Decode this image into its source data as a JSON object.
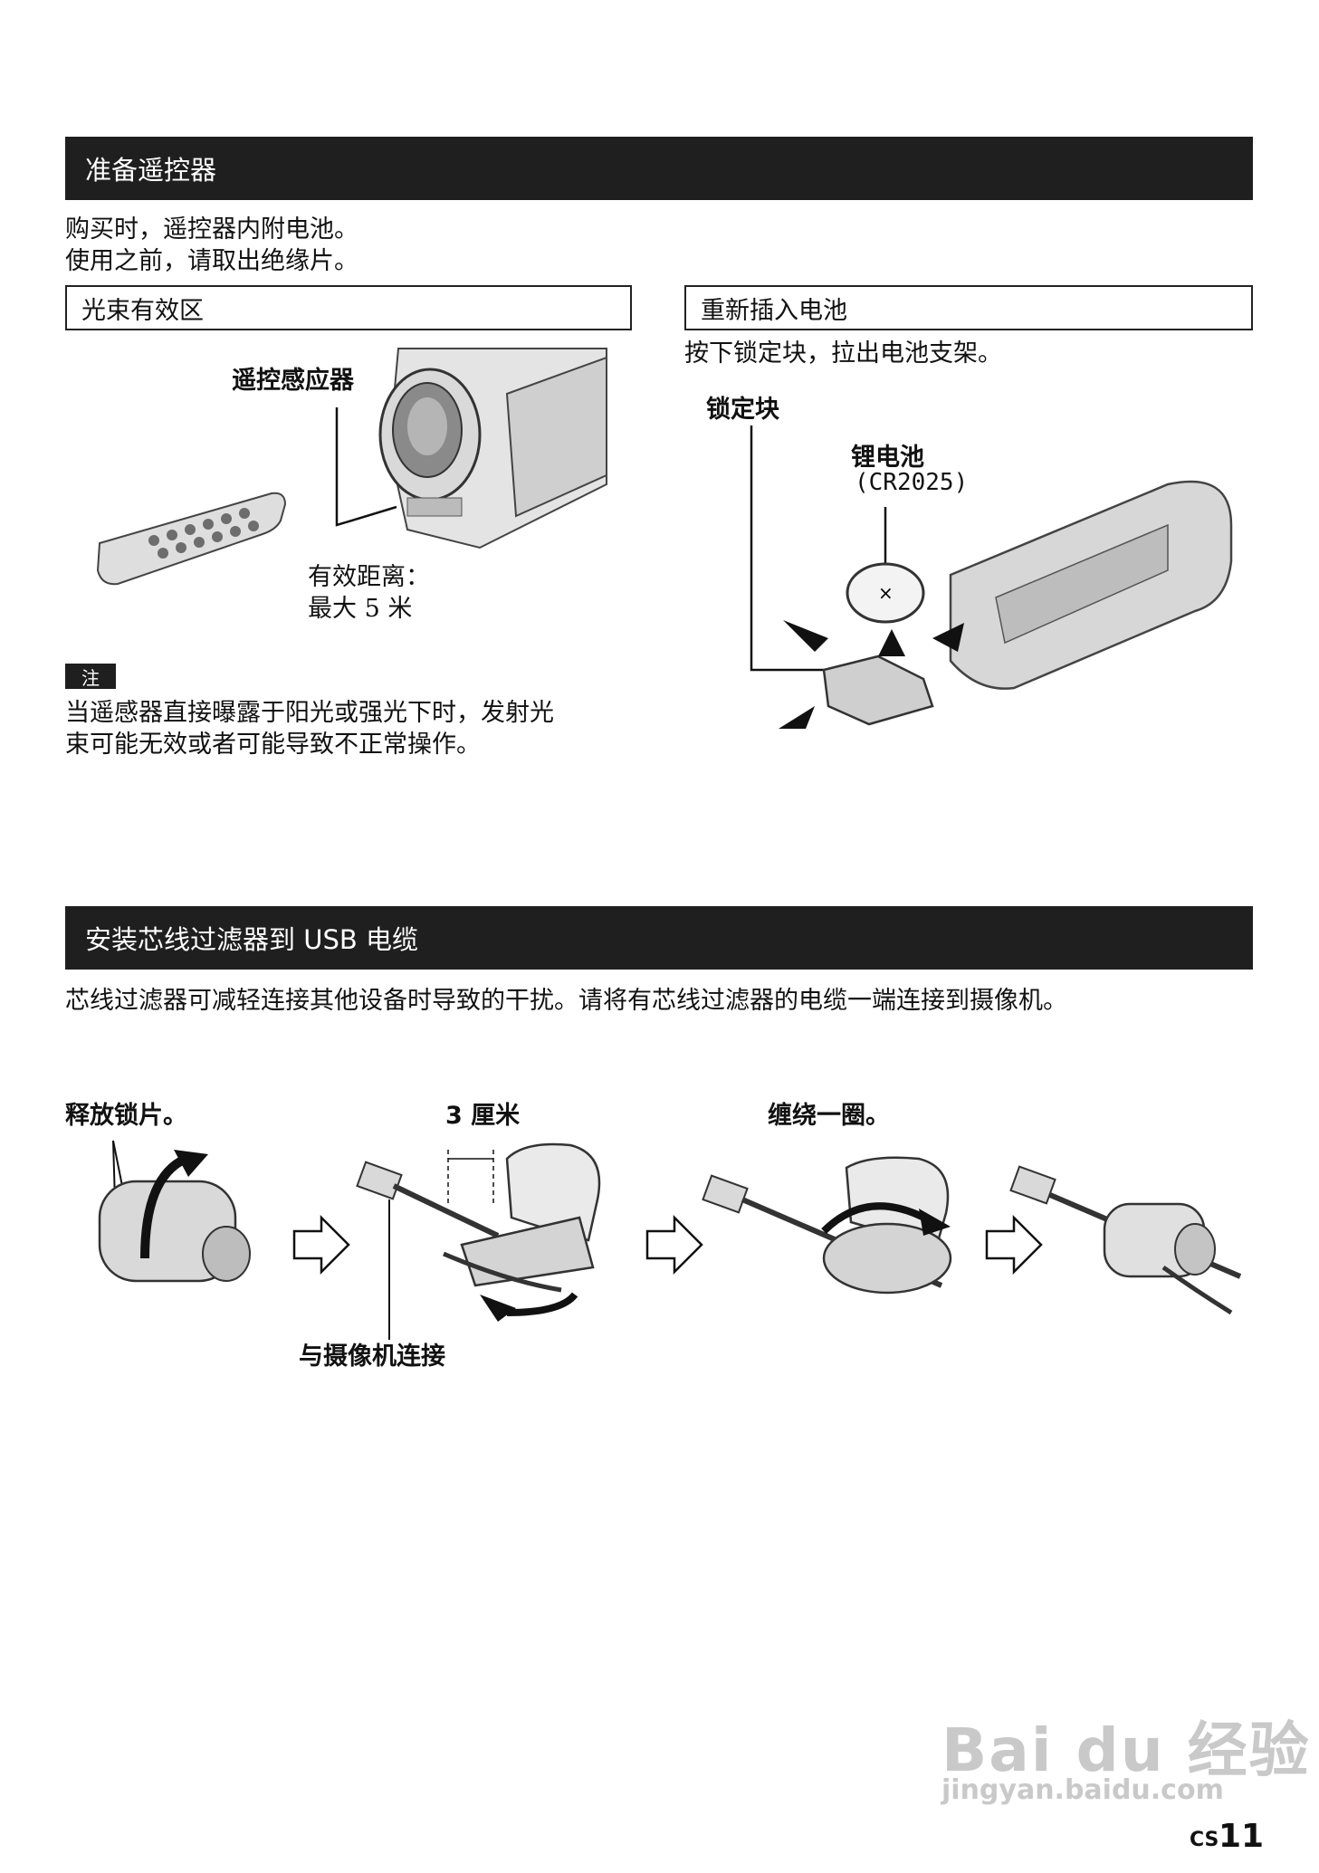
{
  "section1": {
    "title": "准备遥控器",
    "intro_line1": "购买时，遥控器内附电池。",
    "intro_line2": "使用之前，请取出绝缘片。",
    "left": {
      "heading": "光束有效区",
      "sensor_label": "遥控感应器",
      "range_line1": "有效距离：",
      "range_line2": "最大 5 米"
    },
    "note": {
      "tag": "注",
      "line1": "当遥感器直接曝露于阳光或强光下时，发射光",
      "line2": "束可能无效或者可能导致不正常操作。"
    },
    "right": {
      "heading": "重新插入电池",
      "instruction": "按下锁定块，拉出电池支架。",
      "lock_label": "锁定块",
      "battery_label": "锂电池",
      "battery_model": "(CR2025)"
    }
  },
  "section2": {
    "title": "安装芯线过滤器到 USB 电缆",
    "intro": "芯线过滤器可减轻连接其他设备时导致的干扰。请将有芯线过滤器的电缆一端连接到摄像机。",
    "step1_label": "释放锁片。",
    "step2_label": "3 厘米",
    "step3_label": "缠绕一圈。",
    "camera_label": "与摄像机连接"
  },
  "watermark": {
    "brand": "Bai du 经验",
    "url": "jingyan.baidu.com"
  },
  "footer": {
    "lang": "CS",
    "page": "11"
  }
}
